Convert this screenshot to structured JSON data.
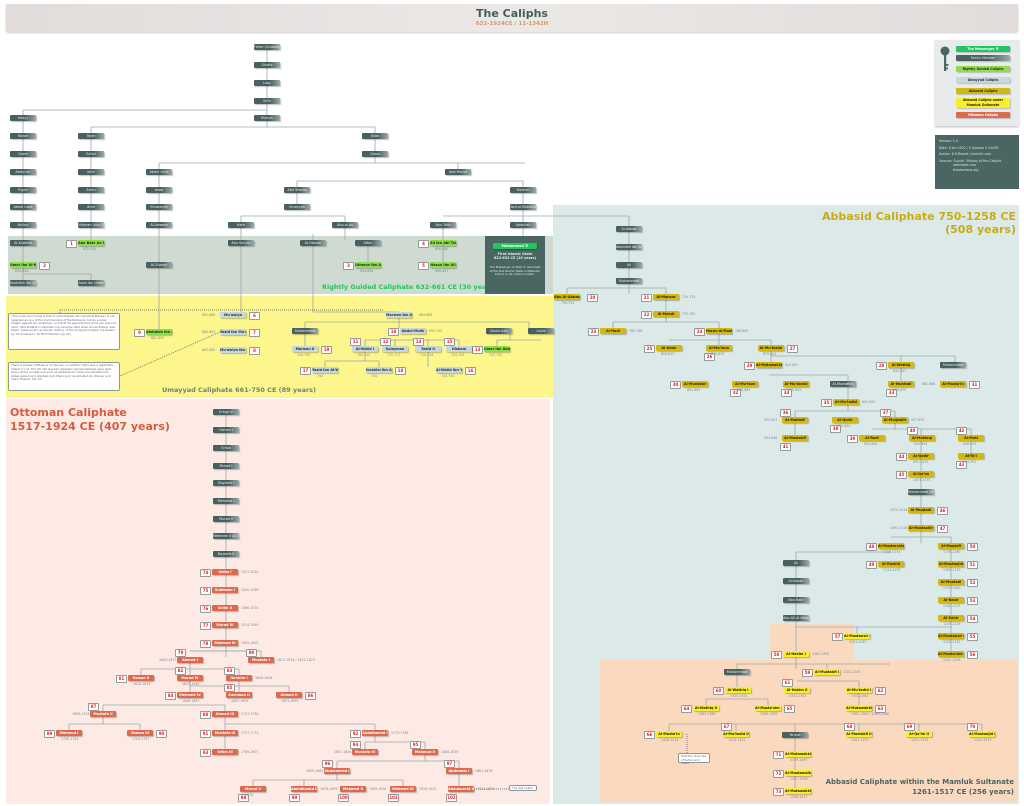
{
  "header": {
    "title": "The Caliphs",
    "subtitle": "632-1924CE / 11-1342H"
  },
  "legend": {
    "icon": "key-icon",
    "items": [
      {
        "label": "The Messenger ®",
        "type": "msg"
      },
      {
        "label": "Family Member",
        "type": "fam"
      },
      {
        "label": "Rightly Guided Caliphs",
        "type": "rg"
      },
      {
        "label": "Umayyad Caliphs",
        "type": "um"
      },
      {
        "label": "Abbasid Caliphs",
        "type": "ab"
      },
      {
        "label": "Abbasid Caliphs under Mamluk Sultanate",
        "type": "mam"
      },
      {
        "label": "Ottoman Caliphs",
        "type": "ot"
      }
    ]
  },
  "info": {
    "version": "Version: 1.0",
    "date": "Date:     8 Jan 2022 / 5 Jumada II 1443H",
    "author": "Author:  K.K.Rewell, IslamOn.com",
    "sources": "Sources: Suyuti, 'History of the Caliphs'",
    "sources2": "islamweb.com",
    "sources3": "theotomans.org"
  },
  "regions": {
    "rightly_guided": "Rightly Guided Caliphate 632-661 CE (30 years)",
    "umayyad": "Umayyad Caliphate 661-750 CE (89 years)",
    "abbasid_1": "Abbasid Caliphate 750-1258 CE",
    "abbasid_2": "(508 years)",
    "ottoman_1": "Ottoman Caliphate",
    "ottoman_2": "1517-1924 CE (407 years)",
    "mamluk_1": "Abbasid Caliphate within the Mamluk Sultanate",
    "mamluk_2": "1261-1517 CE (256 years)"
  },
  "messenger_box": {
    "name": "Muhammad ®",
    "state": "First Islamic State",
    "years": "622-632 CE (10 years)",
    "note": "The Messenger of Allah ® was head of the first Islamic State in Madinah, but he is not called a Caliph."
  },
  "notes": {
    "marwan": "\"The most sound view is that of adh-Dhahabi who said that Marwan is not regarded as one of the Commanders of the Believers, but as a rebel (baghi) against Ibn az-Zubayr, and that his appointment of his son was not valid. 'Abd al-Malik's caliphate only became valid when Ibn az-Zubayr was killed.\" [Jalal ad-Din as-Suyuti, History of the Umayyad Caliphs, translated by T.S.Andersson, Ta-Ha Publishers, pp.42]",
    "yazid": "There is khilaaf (difference of opinion) on whether Yazid was a legitimate Caliph or not. The ahl hall wal aqd (people's representatives) were split. Some of the companions such as Abdullah ibn Umar and Abdullah ibn Abbas gave bay'a (pledge) but others such as Abdullah ibn Zubayr and Imam Hussein did not.",
    "mustain": "Held the dual role of Sultan and Caliph",
    "last": "The last Caliph"
  },
  "family": [
    {
      "id": "fehr",
      "name": "Feher (Quraish)"
    },
    {
      "id": "ghalib",
      "name": "Ghalib"
    },
    {
      "id": "luay",
      "name": "Luay"
    },
    {
      "id": "kab",
      "name": "Ka'b"
    },
    {
      "id": "udayy",
      "name": "Udayy"
    },
    {
      "id": "murrah",
      "name": "Murrah"
    },
    {
      "id": "razah",
      "name": "Razah"
    },
    {
      "id": "qurat",
      "name": "Qurat"
    },
    {
      "id": "abdullah1",
      "name": "Abdullah"
    },
    {
      "id": "riyah",
      "name": "Riyah"
    },
    {
      "id": "abdaluzza1",
      "name": "Abdal Uzza"
    },
    {
      "id": "nufayl",
      "name": "Nufayl"
    },
    {
      "id": "taym",
      "name": "Taym"
    },
    {
      "id": "saad",
      "name": "Sa'ad"
    },
    {
      "id": "kab2",
      "name": "Ka'b"
    },
    {
      "id": "amru",
      "name": "Amru"
    },
    {
      "id": "amir",
      "name": "Amir"
    },
    {
      "id": "uthmanaq",
      "name": "Uthman (Abu Qutafah)"
    },
    {
      "id": "kilab",
      "name": "Kilab"
    },
    {
      "id": "qusai",
      "name": "Qusai"
    },
    {
      "id": "abdaluzza2",
      "name": "Abdul Uzza"
    },
    {
      "id": "asad",
      "name": "Asad"
    },
    {
      "id": "khuwaylid",
      "name": "Khuwaylid"
    },
    {
      "id": "awwam",
      "name": "Al-Awwam"
    },
    {
      "id": "abdmanaf",
      "name": "Abd Manaf"
    },
    {
      "id": "abdshams",
      "name": "Abd Shams"
    },
    {
      "id": "umayyah",
      "name": "Umayyah"
    },
    {
      "id": "harb",
      "name": "Harb"
    },
    {
      "id": "abualas",
      "name": "Abu al-As"
    },
    {
      "id": "hashim",
      "name": "Hashim"
    },
    {
      "id": "abdmuttalib",
      "name": "Abd al-Muttalib"
    },
    {
      "id": "abutalib",
      "name": "Abu Talib"
    },
    {
      "id": "abdullah2",
      "name": "Abdullah"
    },
    {
      "id": "khattab",
      "name": "Al-Khattab"
    },
    {
      "id": "abdullahumar",
      "name": "Abdullah ibn Umar"
    },
    {
      "id": "asimumar",
      "name": "Asim ibn Umar"
    },
    {
      "id": "zubayr",
      "name": "Al-Zubayr"
    },
    {
      "id": "abusufyan",
      "name": "Abu Sufyan"
    },
    {
      "id": "hakam",
      "name": "Al-Hakam"
    },
    {
      "id": "affan",
      "name": "Affan"
    },
    {
      "id": "abbas",
      "name": "Al-Abbas"
    },
    {
      "id": "abdullahabbas",
      "name": "Abdullah ibn Abbas"
    },
    {
      "id": "ali_ab",
      "name": "Ali"
    },
    {
      "id": "muhammad_ab",
      "name": "Muhammad"
    },
    {
      "id": "muhammad_um",
      "name": "Muhammad"
    },
    {
      "id": "abdulaziz",
      "name": "Abdul-Aziz"
    },
    {
      "id": "layla",
      "name": "Layla"
    },
    {
      "id": "muwaffaq",
      "name": "Al-Muwaffaq"
    },
    {
      "id": "muhammad2",
      "name": "Muhammad"
    },
    {
      "id": "muhdhakirat",
      "name": "Muhammad Dhakhirat"
    },
    {
      "id": "ali2",
      "name": "Ali"
    },
    {
      "id": "hasan",
      "name": "Al-Hasan"
    },
    {
      "id": "abubakr2",
      "name": "Abu Bakr"
    },
    {
      "id": "abualihasan",
      "name": "Abu Ali Al-Hasan"
    },
    {
      "id": "yaqub",
      "name": "Ya'qub"
    },
    {
      "id": "ertugrul",
      "name": "Ertugrul"
    },
    {
      "id": "osman1",
      "name": "Osman I"
    },
    {
      "id": "orhan",
      "name": "Orhan"
    },
    {
      "id": "murad1",
      "name": "Murad I"
    },
    {
      "id": "bayezid1",
      "name": "Bayezid I"
    },
    {
      "id": "mehmed1",
      "name": "Mehmed I"
    },
    {
      "id": "murad2",
      "name": "Murad II"
    },
    {
      "id": "mehmed2",
      "name": "Mehmed II (Al-Fateh)"
    },
    {
      "id": "bayezid2",
      "name": "Bayezid II"
    }
  ],
  "caliphs": [
    {
      "n": "1",
      "name": "Abu Bakr As-Siddiq",
      "years": "632-634",
      "type": "rg"
    },
    {
      "n": "2",
      "name": "Umar ibn Al-Khattab",
      "years": "634-644",
      "type": "rg"
    },
    {
      "n": "3",
      "name": "Uthman ibn Affan",
      "years": "644-656",
      "type": "rg"
    },
    {
      "n": "4",
      "name": "Ali ibn Abi Talib",
      "years": "656-660",
      "type": "rg"
    },
    {
      "n": "5",
      "name": "Hasan ibn Ali",
      "years": "660-661",
      "type": "rg"
    },
    {
      "n": "6",
      "name": "Mu'awiya",
      "years": "661-680",
      "type": "um"
    },
    {
      "n": "7",
      "name": "Yazid ibn Mu'awiya",
      "years": "680-683",
      "type": "um"
    },
    {
      "n": "8",
      "name": "Mu'awiya ibn Yazid",
      "years": "683-683",
      "type": "um"
    },
    {
      "n": "9",
      "name": "Abdullah ibn Zubayr",
      "years": "681-692",
      "type": "rg"
    },
    {
      "n": "",
      "name": "Marwan ibn Al-Hakam",
      "years": "684-685",
      "type": "um"
    },
    {
      "n": "10",
      "name": "Abdul-Malik",
      "years": "692-705",
      "type": "um"
    },
    {
      "n": "11",
      "name": "Al-Walid I",
      "years": "705-715",
      "type": "um"
    },
    {
      "n": "12",
      "name": "Sulayman",
      "years": "715-717",
      "type": "um"
    },
    {
      "n": "13",
      "name": "Umar ibn Abdul Aziz",
      "years": "717-720",
      "type": "rg"
    },
    {
      "n": "14",
      "name": "Yazid II",
      "years": "720-724",
      "type": "um"
    },
    {
      "n": "15",
      "name": "Hisham",
      "years": "724-743",
      "type": "um"
    },
    {
      "n": "16",
      "name": "Al-Walid ibn Yazid",
      "years": "743-744",
      "type": "um"
    },
    {
      "n": "17",
      "name": "Yazid ibn Al-Walid",
      "years": "744",
      "type": "um"
    },
    {
      "n": "18",
      "name": "Ibrahim ibn Al-Walid",
      "years": "744",
      "type": "um"
    },
    {
      "n": "19",
      "name": "Marwan II",
      "years": "744-750",
      "type": "um"
    },
    {
      "n": "20",
      "name": "Abu Al-Abbas as-Saffah",
      "years": "750-754",
      "type": "ab"
    },
    {
      "n": "21",
      "name": "Al-Mansur",
      "years": "754-775",
      "type": "ab"
    },
    {
      "n": "22",
      "name": "Al-Mahdi",
      "years": "775-785",
      "type": "ab"
    },
    {
      "n": "23",
      "name": "Al-Hadi",
      "years": "785-786",
      "type": "ab"
    },
    {
      "n": "24",
      "name": "Harun Al-Rashid",
      "years": "786-809",
      "type": "ab"
    },
    {
      "n": "25",
      "name": "Al-Amin",
      "years": "809-813",
      "type": "ab"
    },
    {
      "n": "26",
      "name": "Al-Ma'mun",
      "years": "813-833",
      "type": "ab"
    },
    {
      "n": "27",
      "name": "Al-Mu'tasim",
      "years": "833-842",
      "type": "ab"
    },
    {
      "n": "28",
      "name": "Al-Wathiq",
      "years": "842-847",
      "type": "ab"
    },
    {
      "n": "29",
      "name": "Al-Mutawakkil",
      "years": "847-861",
      "type": "ab"
    },
    {
      "n": "30",
      "name": "Al-Muntasir",
      "years": "861-862",
      "type": "ab"
    },
    {
      "n": "31",
      "name": "Al-Musta'in",
      "years": "862-866",
      "type": "ab"
    },
    {
      "n": "32",
      "name": "Al-Mu'tazz",
      "years": "866-869",
      "type": "ab"
    },
    {
      "n": "33",
      "name": "Al-Muhtadi",
      "years": "869-870",
      "type": "ab"
    },
    {
      "n": "34",
      "name": "Al-Mu'tamid",
      "years": "870-892",
      "type": "ab"
    },
    {
      "n": "35",
      "name": "Al-Mu'tadid",
      "years": "892-902",
      "type": "ab"
    },
    {
      "n": "36",
      "name": "Al-Muktafi",
      "years": "902-907",
      "type": "ab"
    },
    {
      "n": "37",
      "name": "Al-Muqtadir",
      "years": "907-932",
      "type": "ab"
    },
    {
      "n": "38",
      "name": "Al-Qahir",
      "years": "932-934",
      "type": "ab"
    },
    {
      "n": "39",
      "name": "Al-Radi",
      "years": "934-940",
      "type": "ab"
    },
    {
      "n": "40",
      "name": "Al-Muttaqi",
      "years": "940-944",
      "type": "ab"
    },
    {
      "n": "41",
      "name": "Al-Mustakfi",
      "years": "944-946",
      "type": "ab"
    },
    {
      "n": "42",
      "name": "Al-Muti",
      "years": "946-974",
      "type": "ab"
    },
    {
      "n": "43",
      "name": "At-Ta'i",
      "years": "974-991",
      "type": "ab"
    },
    {
      "n": "44",
      "name": "Al-Qadir",
      "years": "991-1031",
      "type": "ab"
    },
    {
      "n": "45",
      "name": "Al-Qa'im",
      "years": "1031-1075",
      "type": "ab"
    },
    {
      "n": "46",
      "name": "Al-Muqtadi",
      "years": "1075-1094",
      "type": "ab"
    },
    {
      "n": "47",
      "name": "Al-Mustazhir",
      "years": "1094-1118",
      "type": "ab"
    },
    {
      "n": "48",
      "name": "Al-Mustarshid",
      "years": "1118-1134",
      "type": "ab"
    },
    {
      "n": "49",
      "name": "Al-Rashid",
      "years": "1134-1135",
      "type": "ab"
    },
    {
      "n": "50",
      "name": "Al-Muqtafi",
      "years": "1135-1160",
      "type": "ab"
    },
    {
      "n": "51",
      "name": "Al-Mustanjid",
      "years": "1160-1170",
      "type": "ab"
    },
    {
      "n": "52",
      "name": "Al-Mustadi",
      "years": "1170-1180",
      "type": "ab"
    },
    {
      "n": "53",
      "name": "Al-Nasir",
      "years": "1180-1225",
      "type": "ab"
    },
    {
      "n": "54",
      "name": "Al-Zahir",
      "years": "1225-1226",
      "type": "ab"
    },
    {
      "n": "55",
      "name": "Al-Mustansir I",
      "years": "1226-1242",
      "type": "ab"
    },
    {
      "n": "56",
      "name": "Al-Musta'sim I",
      "years": "1242-1258",
      "type": "ab"
    },
    {
      "n": "57",
      "name": "Al-Mustansir II",
      "years": "1261-1262",
      "type": "mam"
    },
    {
      "n": "58",
      "name": "Al-Hakim I",
      "years": "1262-1302",
      "type": "mam"
    },
    {
      "n": "59",
      "name": "Al-Mustakfi I",
      "years": "1302-1340",
      "type": "mam"
    },
    {
      "n": "60",
      "name": "Al-Wathiq I",
      "years": "1340-1341",
      "type": "mam"
    },
    {
      "n": "61",
      "name": "Al-Hakim II",
      "years": "1341-1352",
      "type": "mam"
    },
    {
      "n": "62",
      "name": "Al-Mu'tadid I",
      "years": "1352-1362",
      "type": "mam"
    },
    {
      "n": "63",
      "name": "Al-Mutawakkil I",
      "years": "1362-1383 / 1389-1406",
      "type": "mam"
    },
    {
      "n": "64",
      "name": "Al-Wathiq II",
      "years": "1383-1386",
      "type": "mam"
    },
    {
      "n": "65",
      "name": "Al-Musta'sim II",
      "years": "1386-1389",
      "type": "mam"
    },
    {
      "n": "66",
      "name": "Al-Musta'in",
      "years": "1406-1414",
      "type": "mam"
    },
    {
      "n": "67",
      "name": "Al-Mu'tadid II",
      "years": "1414-1441",
      "type": "mam"
    },
    {
      "n": "68",
      "name": "Al-Mustakfi II",
      "years": "1441-1451",
      "type": "mam"
    },
    {
      "n": "69",
      "name": "Al-Qa'im II",
      "years": "1451-1455",
      "type": "mam"
    },
    {
      "n": "70",
      "name": "Al-Mustanjid II",
      "years": "1455-1479",
      "type": "mam"
    },
    {
      "n": "71",
      "name": "Al-Mutawakkil II",
      "years": "1479-1497",
      "type": "mam"
    },
    {
      "n": "72",
      "name": "Al-Mustamsik",
      "years": "1497-1508",
      "type": "mam"
    },
    {
      "n": "73",
      "name": "Al-Mutawakkil III",
      "years": "1508-1517",
      "type": "mam"
    },
    {
      "n": "74",
      "name": "Selim I",
      "years": "1517-1520",
      "type": "ot"
    },
    {
      "n": "75",
      "name": "Suleiman I",
      "years": "1520-1566",
      "type": "ot"
    },
    {
      "n": "76",
      "name": "Selim II",
      "years": "1566-1574",
      "type": "ot"
    },
    {
      "n": "77",
      "name": "Murad III",
      "years": "1574-1595",
      "type": "ot"
    },
    {
      "n": "78",
      "name": "Mehmed III",
      "years": "1595-1603",
      "type": "ot"
    },
    {
      "n": "79",
      "name": "Ahmed I",
      "years": "1603-1617",
      "type": "ot"
    },
    {
      "n": "80",
      "name": "Mustafa I",
      "years": "1617-1618 / 1622-1623",
      "type": "ot"
    },
    {
      "n": "81",
      "name": "Osman II",
      "years": "1618-1622",
      "type": "ot"
    },
    {
      "n": "82",
      "name": "Murad IV",
      "years": "1623-1640",
      "type": "ot"
    },
    {
      "n": "83",
      "name": "Ibrahim I",
      "years": "1640-1648",
      "type": "ot"
    },
    {
      "n": "84",
      "name": "Mehmed IV",
      "years": "1648-1687",
      "type": "ot"
    },
    {
      "n": "85",
      "name": "Suleiman II",
      "years": "1687-1691",
      "type": "ot"
    },
    {
      "n": "86",
      "name": "Ahmed II",
      "years": "1691-1695",
      "type": "ot"
    },
    {
      "n": "87",
      "name": "Mustafa II",
      "years": "1695-1703",
      "type": "ot"
    },
    {
      "n": "88",
      "name": "Ahmed III",
      "years": "1703-1730",
      "type": "ot"
    },
    {
      "n": "89",
      "name": "Mahmud I",
      "years": "1730-1754",
      "type": "ot"
    },
    {
      "n": "90",
      "name": "Osman III",
      "years": "1754-1757",
      "type": "ot"
    },
    {
      "n": "91",
      "name": "Mustafa III",
      "years": "1757-1774",
      "type": "ot"
    },
    {
      "n": "92",
      "name": "Abdulhamid I",
      "years": "1774-1789",
      "type": "ot"
    },
    {
      "n": "93",
      "name": "Selim III",
      "years": "1789-1807",
      "type": "ot"
    },
    {
      "n": "94",
      "name": "Mustafa IV",
      "years": "1807-1808",
      "type": "ot"
    },
    {
      "n": "95",
      "name": "Mahmud II",
      "years": "1808-1839",
      "type": "ot"
    },
    {
      "n": "96",
      "name": "Abdulmecid I",
      "years": "1839-1861",
      "type": "ot"
    },
    {
      "n": "97",
      "name": "Abdulaziz I",
      "years": "1861-1876",
      "type": "ot"
    },
    {
      "n": "98",
      "name": "Murad V",
      "years": "1876",
      "type": "ot"
    },
    {
      "n": "99",
      "name": "Abdulhamid II",
      "years": "1876-1909",
      "type": "ot"
    },
    {
      "n": "100",
      "name": "Mehmed V",
      "years": "1909-1918",
      "type": "ot"
    },
    {
      "n": "101",
      "name": "Mehmed VI",
      "years": "1918-1922",
      "type": "ot"
    },
    {
      "n": "102",
      "name": "Abdulmecid II",
      "years": "1922-1924",
      "type": "ot"
    }
  ]
}
